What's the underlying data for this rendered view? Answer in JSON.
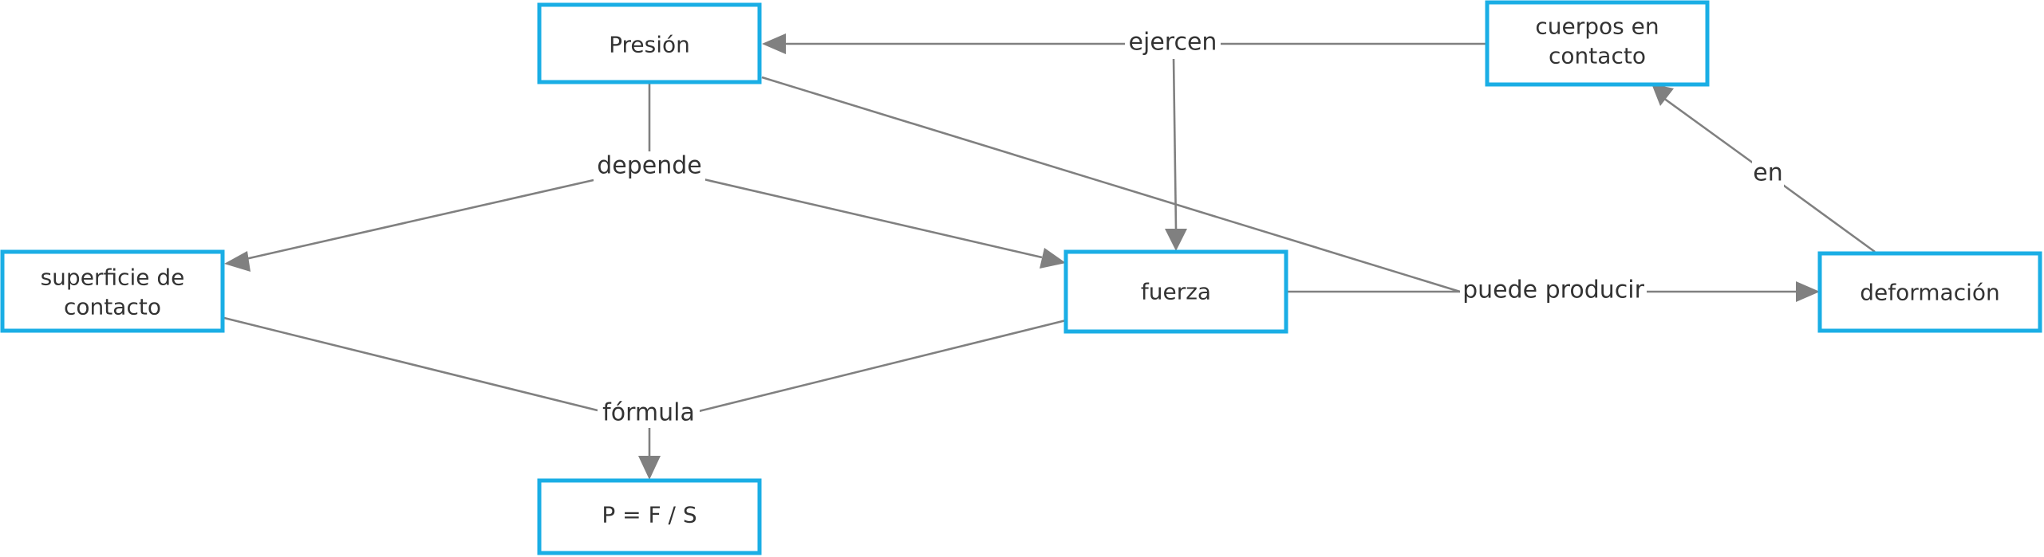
{
  "diagram": {
    "nodes": {
      "presion": [
        "Presión"
      ],
      "cuerpos": [
        "cuerpos en",
        "contacto"
      ],
      "superficie": [
        "superficie de",
        "contacto"
      ],
      "fuerza": [
        "fuerza"
      ],
      "deformacion": [
        "deformación"
      ],
      "formula_result": [
        "P = F / S"
      ]
    },
    "edge_labels": {
      "ejercen": "ejercen",
      "depende": "depende",
      "en": "en",
      "puede_producir": "puede producir",
      "formula": "fórmula"
    },
    "colors": {
      "node_border": "#1aaee5",
      "edge": "#808080",
      "text": "#333333"
    }
  }
}
